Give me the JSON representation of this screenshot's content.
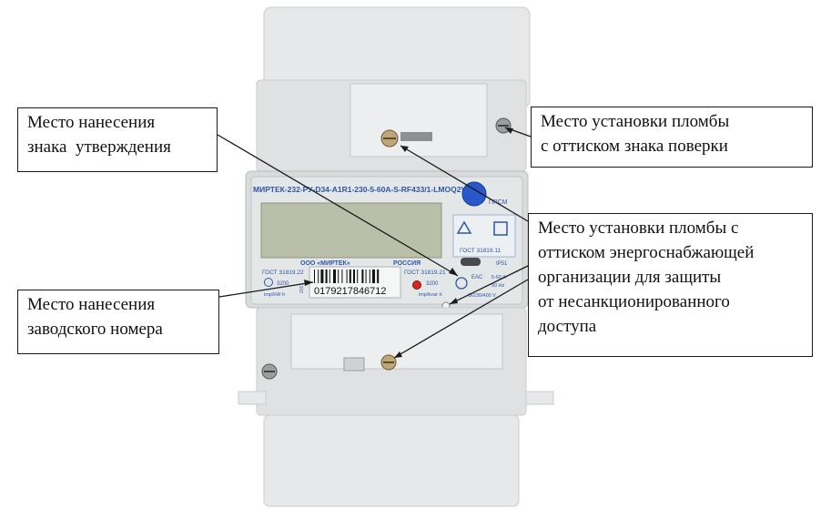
{
  "callouts": {
    "approval_mark": {
      "lines": [
        "Место нанесения",
        "знака  утверждения"
      ]
    },
    "serial_number": {
      "lines": [
        "Место нанесения",
        "заводского номера"
      ]
    },
    "verification_seal": {
      "lines": [
        "Место установки пломбы",
        "с оттиском знака поверки"
      ]
    },
    "supply_org_seal": {
      "line1_words": [
        "Место",
        "установки",
        "пломбы",
        "с"
      ],
      "line2": "оттиском энергоснабжающей",
      "line3": "организации для защиты",
      "line4_words": [
        "от",
        "несанкционированного"
      ],
      "line5": "доступа"
    }
  },
  "meter": {
    "model_label": "МИРТЕК-232-РУ-D34-A1R1-230-5-60A-S-RF433/1-LMOQ2V3",
    "button_label": "ПРСМ",
    "maker_label": "ООО «МИРТЕК»",
    "country_label": "РОССИЯ",
    "gost_left": "ГОСТ 31819.22",
    "gost_right": "ГОСТ 31819.21",
    "gost_panel": "ГОСТ 31819.11",
    "imp_left": "3200",
    "imp_left_unit": "imp/kW·h",
    "imp_right": "3200",
    "imp_right_unit": "imp/kvar·h",
    "serial": "0179217846712",
    "year": "2017",
    "rating_current": "5-60 A",
    "rating_freq": "50 Hz",
    "rating_voltage": "3x230/400 V",
    "class_badge": "IP51",
    "eac_mark": "EAC"
  },
  "colors": {
    "housing": "#e6e8e9",
    "housing_shadow": "#c9cccd",
    "lcd": "#b9bfa8",
    "button": "#2a57c9",
    "label_text": "#2f55a8",
    "leader_line": "#1a1a1a"
  }
}
